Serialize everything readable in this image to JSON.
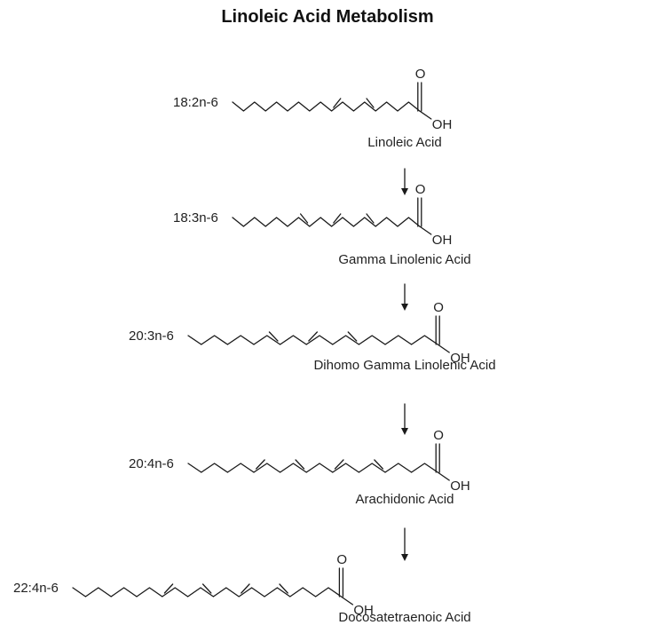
{
  "title": "Linoleic Acid Metabolism",
  "molecules": [
    {
      "code": "18:2n-6",
      "name": "Linoleic Acid",
      "carbons": 18,
      "double_bonds": 2
    },
    {
      "code": "18:3n-6",
      "name": "Gamma Linolenic Acid",
      "carbons": 18,
      "double_bonds": 3
    },
    {
      "code": "20:3n-6",
      "name": "Dihomo Gamma Linolenic Acid",
      "carbons": 20,
      "double_bonds": 3
    },
    {
      "code": "20:4n-6",
      "name": "Arachidonic Acid",
      "carbons": 20,
      "double_bonds": 4
    },
    {
      "code": "22:4n-6",
      "name": "Docosatetraenoic Acid",
      "carbons": 22,
      "double_bonds": 4
    }
  ],
  "atoms": {
    "oxygen": "O",
    "hydroxyl": "OH"
  },
  "arrow_icon": "down-arrow-icon"
}
